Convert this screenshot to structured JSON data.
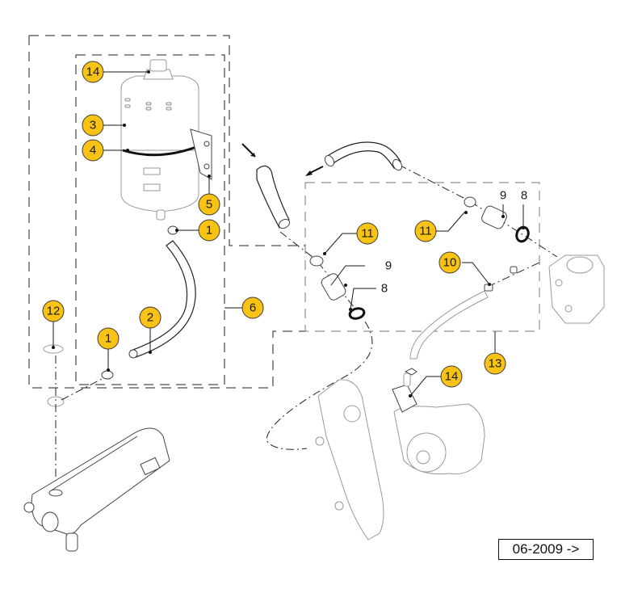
{
  "diagram": {
    "title": "Coolant expansion tank assembly - exploded parts view",
    "callout_color": "#F9C315",
    "callouts": [
      {
        "id": "c14a",
        "label": "14"
      },
      {
        "id": "c3",
        "label": "3"
      },
      {
        "id": "c4",
        "label": "4"
      },
      {
        "id": "c5",
        "label": "5"
      },
      {
        "id": "c1a",
        "label": "1"
      },
      {
        "id": "c2",
        "label": "2"
      },
      {
        "id": "c1b",
        "label": "1"
      },
      {
        "id": "c12",
        "label": "12"
      },
      {
        "id": "c6",
        "label": "6"
      },
      {
        "id": "c11a",
        "label": "11"
      },
      {
        "id": "c11b",
        "label": "11"
      },
      {
        "id": "c10",
        "label": "10"
      },
      {
        "id": "c13",
        "label": "13"
      },
      {
        "id": "c14b",
        "label": "14"
      }
    ],
    "plain_labels": [
      {
        "id": "p9a",
        "label": "9"
      },
      {
        "id": "p8a",
        "label": "8"
      },
      {
        "id": "p9b",
        "label": "9"
      },
      {
        "id": "p8b",
        "label": "8"
      }
    ],
    "version_label": "06-2009 ->"
  }
}
